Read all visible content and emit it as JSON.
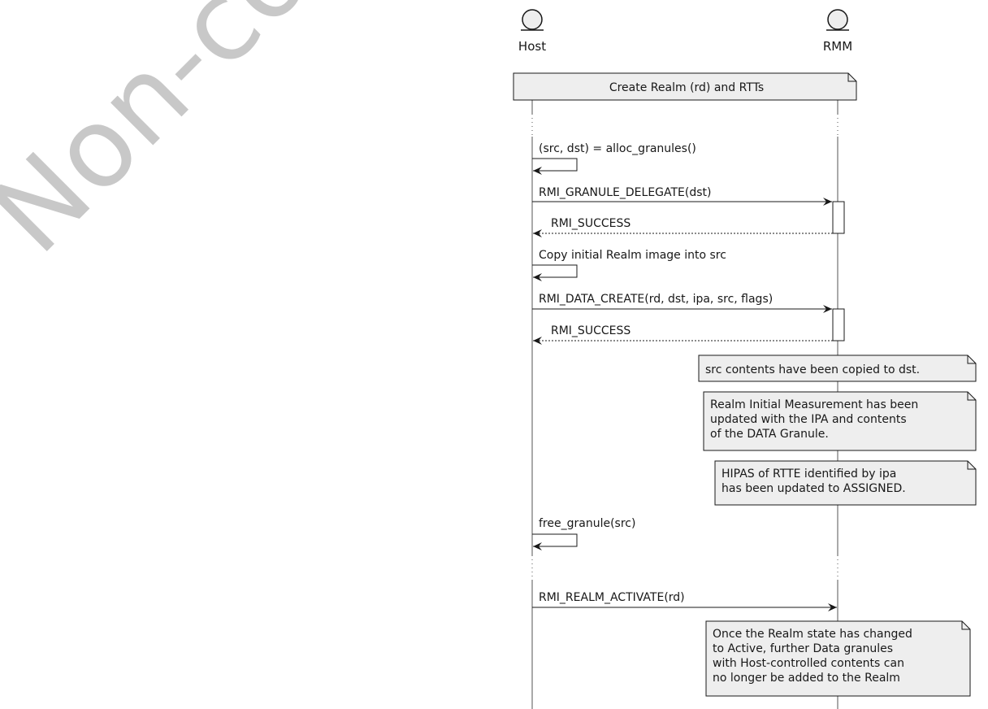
{
  "watermark": "Non-confidential",
  "participants": [
    {
      "id": "host",
      "label": "Host"
    },
    {
      "id": "rmm",
      "label": "RMM"
    }
  ],
  "colors": {
    "line": "#181818",
    "note_fill": "#eeeeee",
    "watermark": "#c8c8c8",
    "lifeline": "#555555"
  },
  "steps": [
    {
      "type": "note",
      "text": "Create Realm (rd) and RTTs"
    },
    {
      "type": "self",
      "label": "(src, dst) = alloc_granules()"
    },
    {
      "type": "call",
      "label": "RMI_GRANULE_DELEGATE(dst)"
    },
    {
      "type": "return",
      "label": "RMI_SUCCESS"
    },
    {
      "type": "self",
      "label": "Copy initial Realm image into src"
    },
    {
      "type": "call",
      "label": "RMI_DATA_CREATE(rd, dst, ipa, src, flags)"
    },
    {
      "type": "return",
      "label": "RMI_SUCCESS"
    },
    {
      "type": "note",
      "text": "src contents have been copied to dst."
    },
    {
      "type": "note",
      "lines": [
        "Realm Initial Measurement has been",
        "updated with the IPA and contents",
        "of the DATA Granule."
      ]
    },
    {
      "type": "note",
      "lines": [
        "HIPAS of RTTE identified by ipa",
        "has been updated to ASSIGNED."
      ]
    },
    {
      "type": "self",
      "label": "free_granule(src)"
    },
    {
      "type": "call",
      "label": "RMI_REALM_ACTIVATE(rd)"
    },
    {
      "type": "note",
      "lines": [
        "Once the Realm state has changed",
        "to Active, further Data granules",
        "with Host-controlled contents can",
        "no longer be added to the Realm"
      ]
    }
  ]
}
